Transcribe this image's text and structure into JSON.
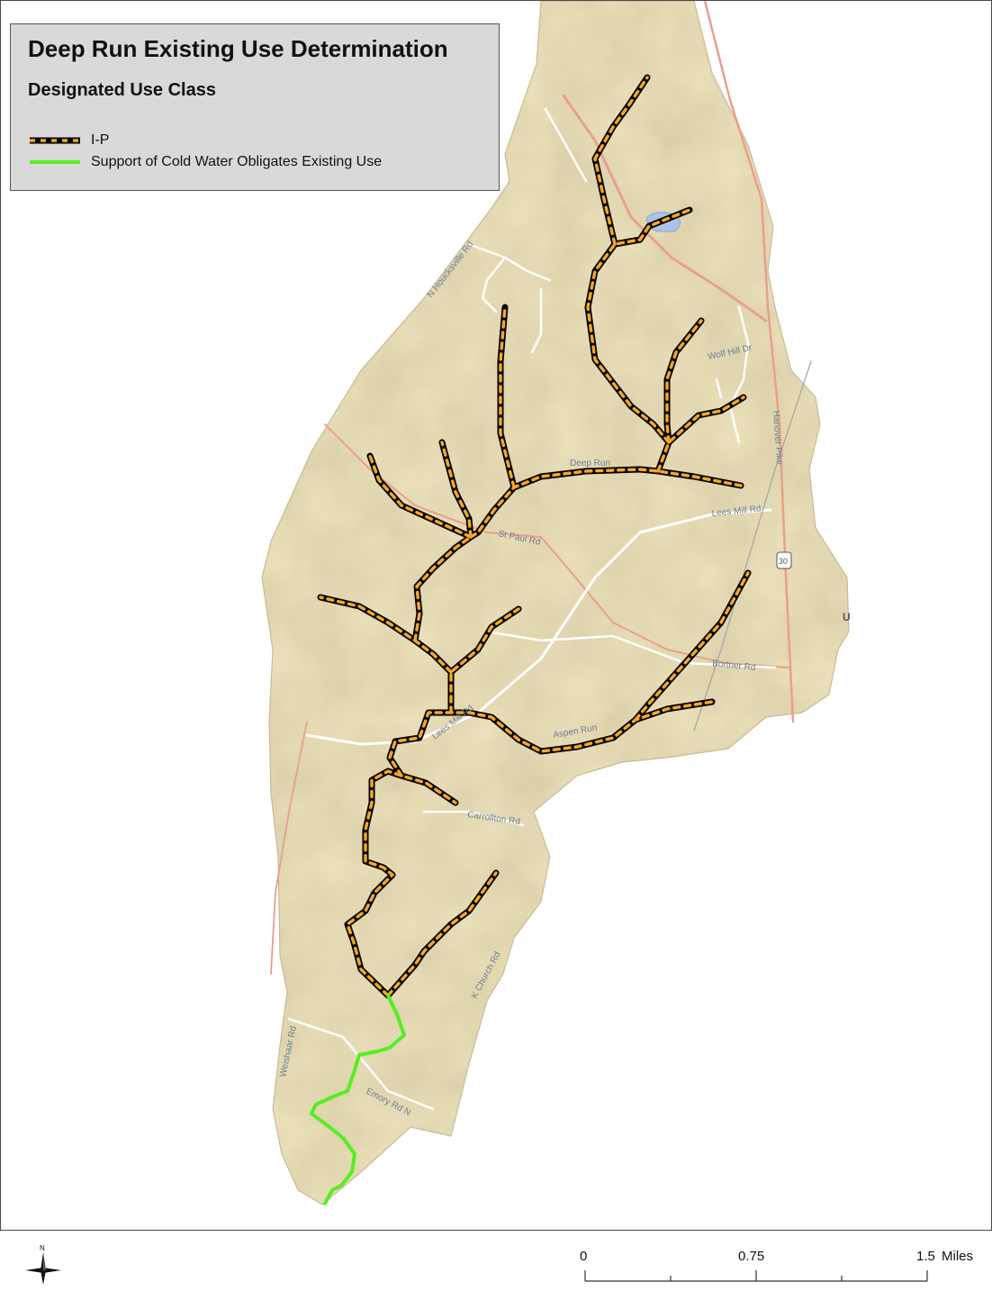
{
  "legend": {
    "title": "Deep Run Existing Use Determination",
    "subtitle": "Designated Use Class",
    "items": [
      {
        "label": "I-P",
        "symbol": "dashed-black-orange-line",
        "colors": [
          "#000000",
          "#f5a623"
        ]
      },
      {
        "label": "Support of Cold Water Obligates Existing Use",
        "symbol": "solid-green-line",
        "color": "#55ee22"
      }
    ]
  },
  "road_labels": {
    "n_houcksville": "N Houcksville Rd",
    "wolf_hill": "Wolf Hill Dr",
    "hanover_pike": "Hanover Pike",
    "deep_run": "Deep Run",
    "lees_mill_east": "Lees Mill Rd",
    "st_paul": "St Paul Rd",
    "route_30": "30",
    "bortner": "Bortner Rd",
    "lees_mill_west": "Lees Mill Rd",
    "aspen_run": "Aspen Run",
    "carrollton": "Carrollton Rd",
    "emory": "Emory Rd N",
    "weishaar": "Weishaar Rd",
    "k_church": "K Church Rd",
    "edge_u": "U"
  },
  "scale": {
    "ticks": [
      "0",
      "0.75",
      "1.5"
    ],
    "unit": "Miles"
  },
  "north": {
    "label": "N"
  },
  "colors": {
    "watershed_fill": "#ede3bc",
    "road_major": "#e9a08c",
    "road_minor": "#ffffff",
    "stream_black": "#000000",
    "stream_orange": "#f5a623",
    "cold_water_green": "#55ee22",
    "legend_bg": "#d9d9d9"
  }
}
